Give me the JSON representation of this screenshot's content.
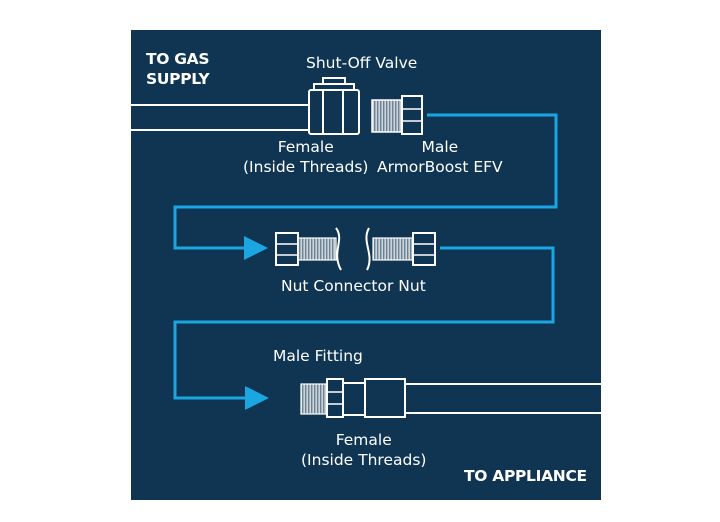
{
  "colors": {
    "background": "#0f3552",
    "flow_line": "#1aa6e0",
    "outline": "#ffffff"
  },
  "labels": {
    "to_gas_supply_line1": "TO GAS",
    "to_gas_supply_line2": "SUPPLY",
    "shutoff_valve": "Shut-Off Valve",
    "female_1_line1": "Female",
    "female_1_line2": "(Inside Threads)",
    "male_1_line1": "Male",
    "male_1_line2": "ArmorBoost EFV",
    "nut_connector_nut": "Nut Connector Nut",
    "male_fitting": "Male Fitting",
    "female_2_line1": "Female",
    "female_2_line2": "(Inside Threads)",
    "to_appliance": "TO APPLIANCE"
  }
}
